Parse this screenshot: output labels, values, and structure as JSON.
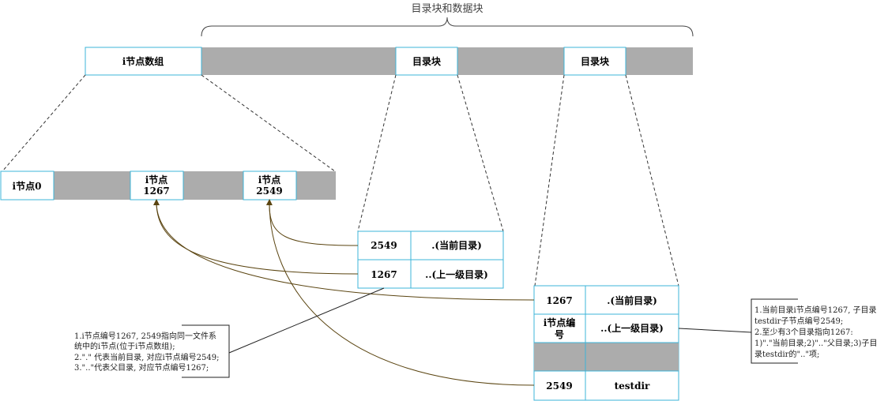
{
  "top_label": "目录块和数据块",
  "top_strip": {
    "inode_array": "i节点数组",
    "dir_block_1": "目录块",
    "dir_block_2": "目录块"
  },
  "inode_strip": {
    "inode0": "i节点0",
    "inode_a_line1": "i节点",
    "inode_a_line2": "1267",
    "inode_b_line1": "i节点",
    "inode_b_line2": "2549"
  },
  "table1": {
    "rows": [
      {
        "inode": "2549",
        "name": ".(当前目录)"
      },
      {
        "inode": "1267",
        "name": "..(上一级目录)"
      }
    ]
  },
  "table2": {
    "rows": [
      {
        "inode": "1267",
        "name": ".(当前目录)"
      },
      {
        "inode_line1": "i节点编",
        "inode_line2": "号",
        "name": "..(上一级目录)"
      },
      {
        "inode": "2549",
        "name": "testdir"
      }
    ]
  },
  "note_left": {
    "lines": [
      "1.i节点编号1267, 2549指向同一文件系",
      "统中的i节点(位于i节点数组);",
      "2.\".\" 代表当前目录, 对应i节点编号2549;",
      "3.\"..\"代表父目录, 对应节点编号1267;"
    ]
  },
  "note_right": {
    "lines": [
      "1.当前目录i节点编号1267, 子目录",
      "testdir子节点编号2549;",
      "2.至少有3个目录指向1267:",
      "1)\".\"当前目录;2)\"..\"父目录;3)子目",
      "录testdir的\"..\"项;"
    ]
  },
  "colors": {
    "cyan_border": "#3cb4d8",
    "gray_fill": "#acacac",
    "arrow_brown": "#5a4410"
  }
}
